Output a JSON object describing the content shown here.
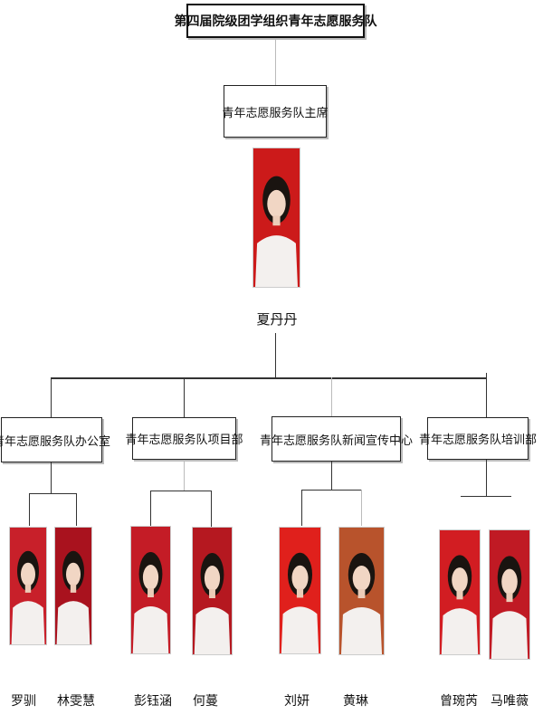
{
  "title": "第四届院级团学组织青年志愿服务队",
  "chair": {
    "role": "青年志愿服务队主席",
    "name": "夏丹丹",
    "photo_bg": "#cc1a1a"
  },
  "departments": [
    {
      "name": "青年志愿服务队办公室",
      "members": [
        {
          "name": "罗驯",
          "photo_bg": "#c8202a"
        },
        {
          "name": "林雯慧",
          "photo_bg": "#a9121e"
        }
      ]
    },
    {
      "name": "青年志愿服务队项目部",
      "members": [
        {
          "name": "彭钰涵",
          "photo_bg": "#c41c26"
        },
        {
          "name": "何蔓",
          "photo_bg": "#b51820"
        }
      ]
    },
    {
      "name": "青年志愿服务队新闻宣传中心",
      "members": [
        {
          "name": "刘妍",
          "photo_bg": "#e0201c"
        },
        {
          "name": "黄琳",
          "photo_bg": "#b8532c"
        }
      ]
    },
    {
      "name": "青年志愿服务队培训部",
      "members": [
        {
          "name": "曾琬芮",
          "photo_bg": "#d21d22"
        },
        {
          "name": "马唯薇",
          "photo_bg": "#c01a24"
        }
      ]
    }
  ]
}
